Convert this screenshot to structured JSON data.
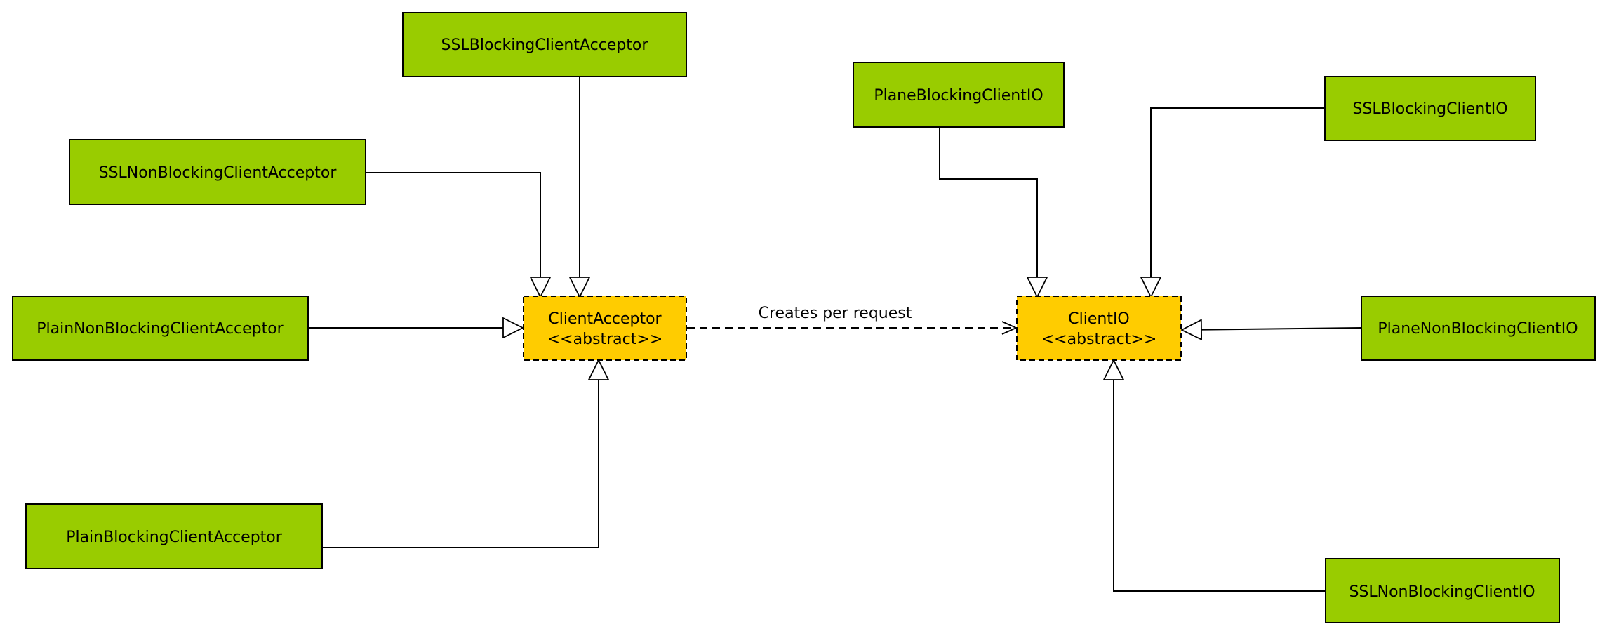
{
  "colors": {
    "concrete_fill": "#99cc00",
    "abstract_fill": "#ffcc00",
    "stroke": "#000000",
    "background": "#ffffff"
  },
  "nodes": {
    "ssl_blocking_acceptor": {
      "label": "SSLBlockingClientAcceptor"
    },
    "ssl_nonblocking_acceptor": {
      "label": "SSLNonBlockingClientAcceptor"
    },
    "plain_nonblocking_acceptor": {
      "label": "PlainNonBlockingClientAcceptor"
    },
    "plain_blocking_acceptor": {
      "label": "PlainBlockingClientAcceptor"
    },
    "client_acceptor": {
      "label": "ClientAcceptor",
      "stereotype": "<<abstract>>"
    },
    "plane_blocking_io": {
      "label": "PlaneBlockingClientIO"
    },
    "ssl_blocking_io": {
      "label": "SSLBlockingClientIO"
    },
    "plane_nonblocking_io": {
      "label": "PlaneNonBlockingClientIO"
    },
    "ssl_nonblocking_io": {
      "label": "SSLNonBlockingClientIO"
    },
    "client_io": {
      "label": "ClientIO",
      "stereotype": "<<abstract>>"
    }
  },
  "edges": {
    "creates": {
      "label": "Creates per request"
    }
  }
}
